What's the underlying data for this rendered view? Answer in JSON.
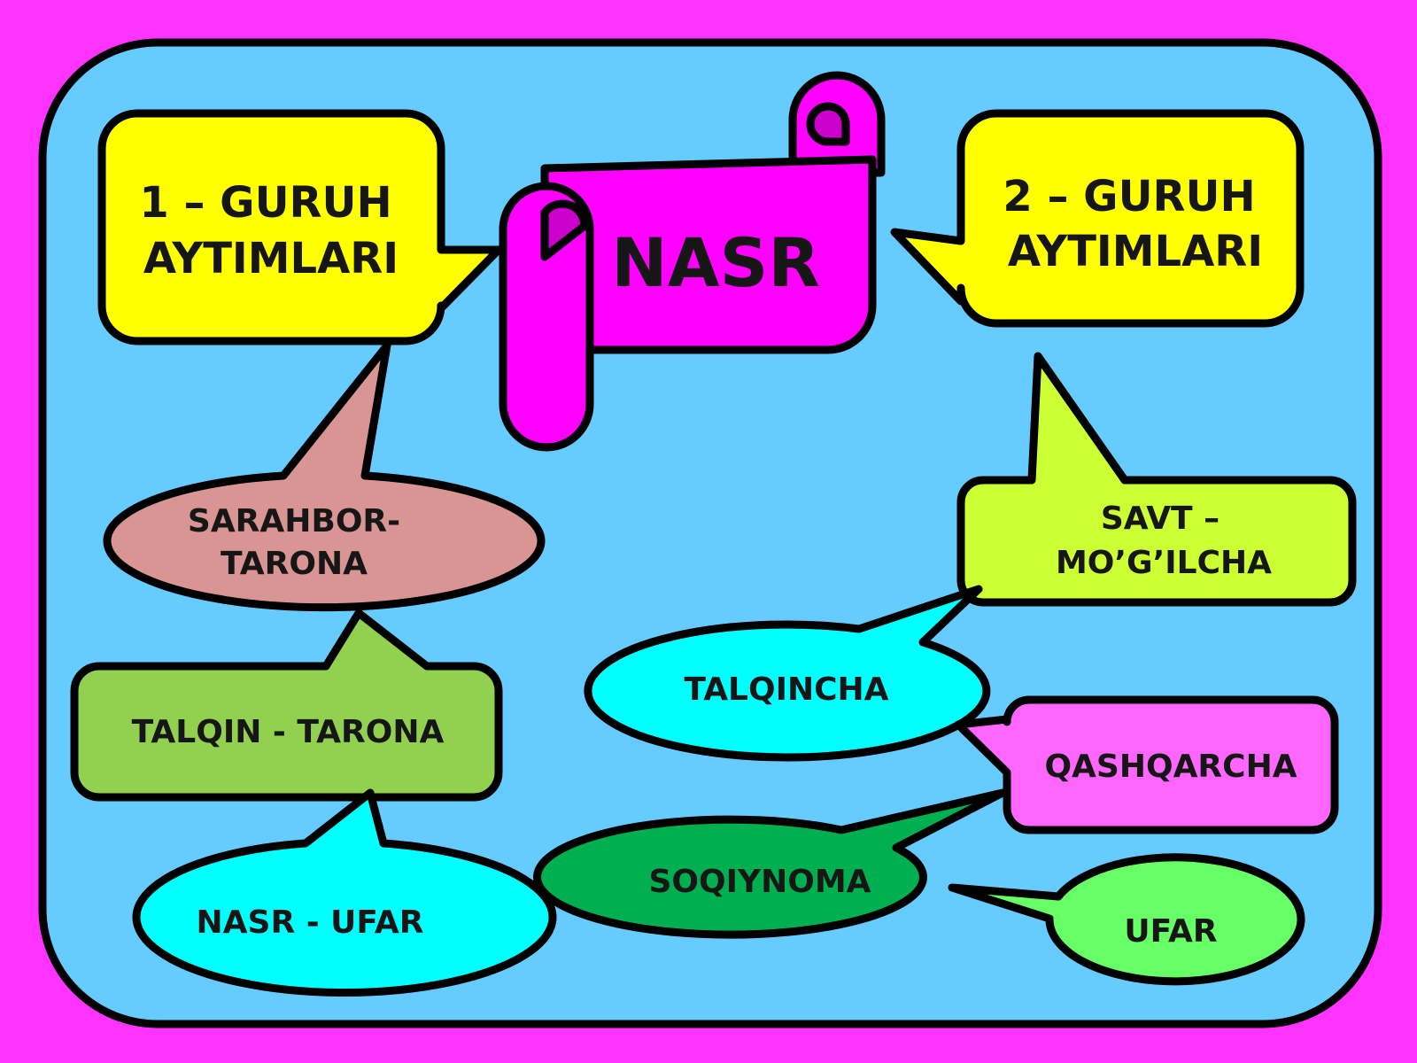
{
  "colors": {
    "outer_bg": "#FF33FF",
    "panel_bg": "#66CCFF",
    "scroll": "#FF00FF",
    "scroll_curl": "#CC00CC",
    "group_box": "#FFFF00",
    "sarahbor": "#D99594",
    "talqin_tarona": "#92D050",
    "nasr_ufar": "#00FFFF",
    "savt": "#CCFF33",
    "talqincha": "#00FFFF",
    "qashqarcha": "#FF66FF",
    "soqiynoma": "#00B050",
    "ufar": "#66FF66"
  },
  "center": {
    "title": "NASR"
  },
  "group1": {
    "line1": "1 – GURUH",
    "line2": "AYTIMLARI"
  },
  "group2": {
    "line1": "2 – GURUH",
    "line2": "AYTIMLARI"
  },
  "left_items": {
    "sarahbor_line1": "SARAHBOR-",
    "sarahbor_line2": "TARONA",
    "talqin_tarona": "TALQIN - TARONA",
    "nasr_ufar": "NASR - UFAR"
  },
  "right_items": {
    "savt_line1": "SAVT –",
    "savt_line2": "MO’G’ILCHA",
    "talqincha": "TALQINCHA",
    "qashqarcha": "QASHQARCHA",
    "soqiynoma": "SOQIYNOMA",
    "ufar": "UFAR"
  }
}
